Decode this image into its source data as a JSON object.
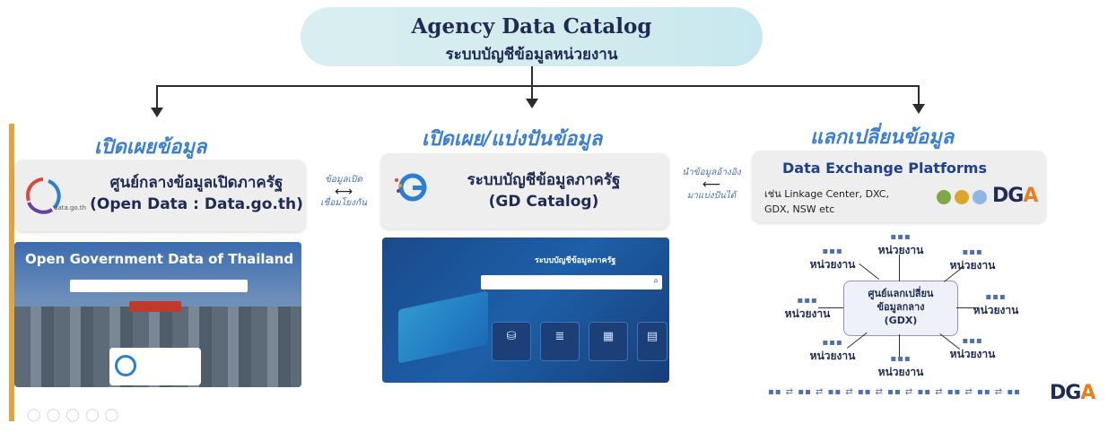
{
  "header": {
    "title_en": "Agency Data Catalog",
    "title_th": "ระบบบัญชีข้อมูลหน่วยงาน"
  },
  "sections": {
    "left_heading": "เปิดเผยข้อมูล",
    "center_heading": "เปิดเผย/แบ่งปันข้อมูล",
    "right_heading": "แลกเปลี่ยนข้อมูล"
  },
  "open_data_card": {
    "title_line1": "ศูนย์กลางข้อมูลเปิดภาครัฐ",
    "title_line2": "(Open Data : Data.go.th)",
    "logo_text": "data.go.th"
  },
  "gd_catalog_card": {
    "title_line1": "ระบบบัญชีข้อมูลภาครัฐ",
    "title_line2": "(GD Catalog)"
  },
  "exchange_card": {
    "title": "Data Exchange Platforms",
    "desc_line1": "เช่น Linkage Center, DXC,",
    "desc_line2": "GDX, NSW etc"
  },
  "links": {
    "left_line1": "ข้อมูลเปิด",
    "left_line2": "เชื่อมโยงกัน",
    "right_line1": "นำข้อมูลอ้างอิง",
    "right_line2": "มาแบ่งปันได้"
  },
  "open_data_screenshot": {
    "banner": "Open Government Data of Thailand"
  },
  "gd_screenshot": {
    "banner": "ระบบบัญชีข้อมูลภาครัฐ"
  },
  "gdx_hub": {
    "label_line1": "ศูนย์แลกเปลี่ยน",
    "label_line2": "ข้อมูลกลาง",
    "label_line3": "(GDX)",
    "unit_label": "หน่วยงาน"
  },
  "brand": {
    "dga_d": "D",
    "dga_g": "G",
    "dga_a": "A"
  },
  "colors": {
    "heading_blue": "#3b7fd0",
    "navy": "#1f2b55",
    "dga_orange": "#e97d1f",
    "pill_teal": "#d3ecee"
  }
}
